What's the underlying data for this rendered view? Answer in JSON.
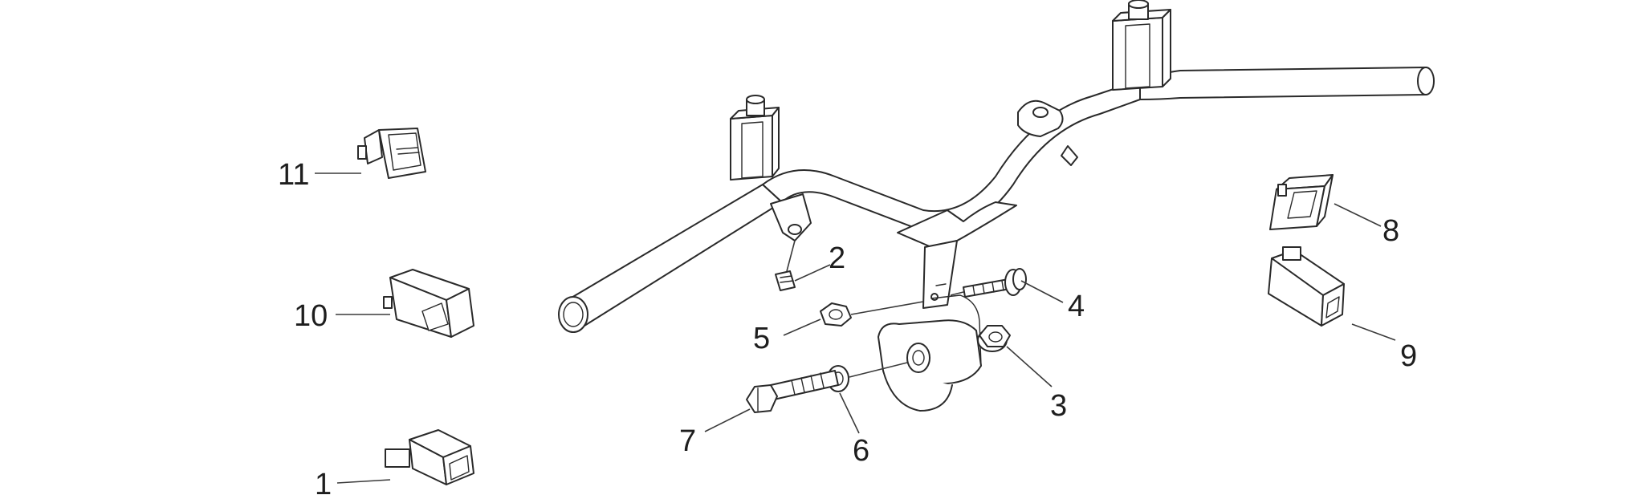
{
  "diagram": {
    "ink_color": "#2a2a2a",
    "background": "#ffffff",
    "callouts": [
      {
        "id": "c1",
        "label": "1"
      },
      {
        "id": "c2",
        "label": "2"
      },
      {
        "id": "c3",
        "label": "3"
      },
      {
        "id": "c4",
        "label": "4"
      },
      {
        "id": "c5",
        "label": "5"
      },
      {
        "id": "c6",
        "label": "6"
      },
      {
        "id": "c7",
        "label": "7"
      },
      {
        "id": "c8",
        "label": "8"
      },
      {
        "id": "c9",
        "label": "9"
      },
      {
        "id": "c10",
        "label": "10"
      },
      {
        "id": "c11",
        "label": "11"
      }
    ]
  }
}
